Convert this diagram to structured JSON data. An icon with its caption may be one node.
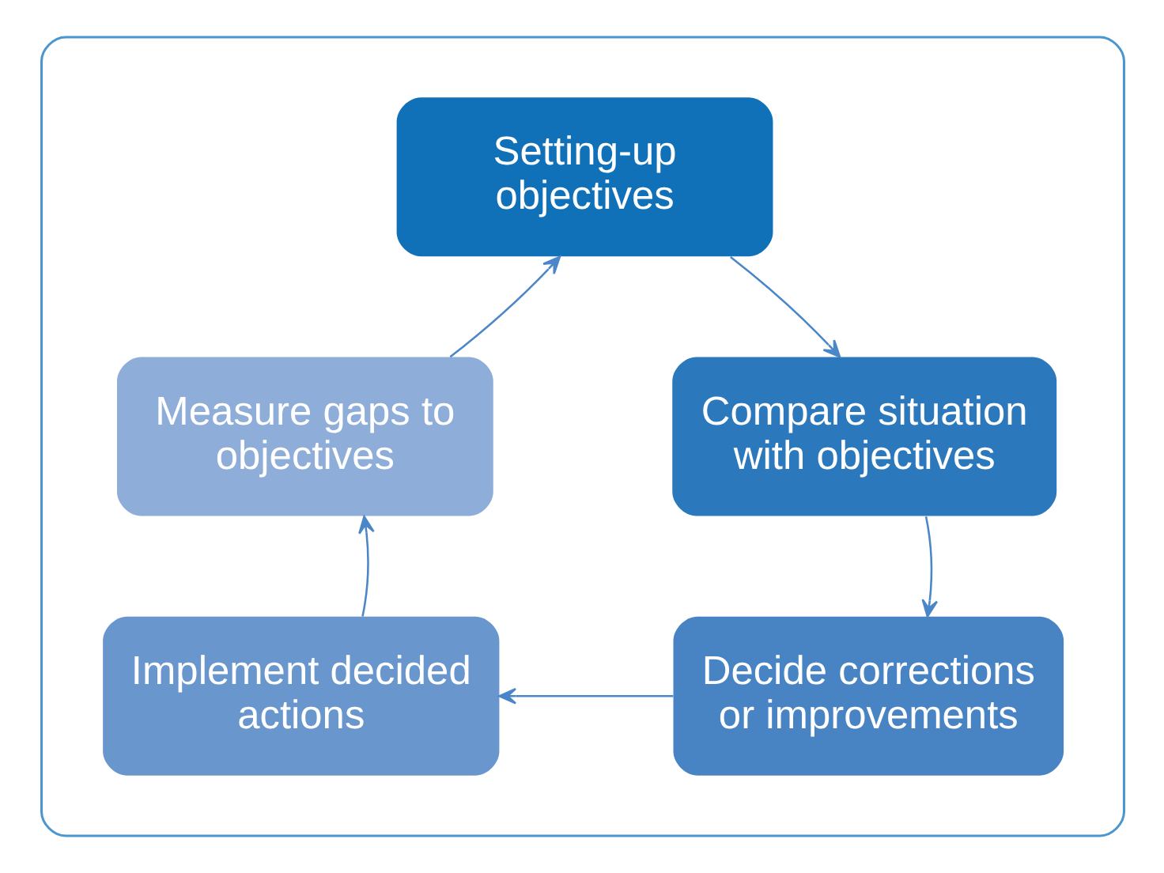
{
  "diagram": {
    "nodes": [
      {
        "text": [],
        "shape": "box"
      },
      {
        "text": [
          "Setting-up objectives"
        ],
        "in": 0
      },
      {
        "text": [
          "Compare situation with objectives"
        ],
        "in": 0
      },
      {
        "text": [
          "Decide corrections or improvements"
        ],
        "in": 0
      },
      {
        "text": [
          "Implement decided actions"
        ],
        "in": 0
      },
      {
        "text": [
          "Measure gaps to objectives"
        ],
        "in": 0
      }
    ],
    "edges": [
      {
        "from": 1,
        "to": 2,
        "arrow": "to"
      },
      {
        "from": 2,
        "to": 3,
        "arrow": "to"
      },
      {
        "from": 3,
        "to": 4,
        "arrow": "to"
      },
      {
        "from": 4,
        "to": 5,
        "arrow": "to"
      },
      {
        "from": 5,
        "to": 1,
        "arrow": "to"
      }
    ]
  }
}
